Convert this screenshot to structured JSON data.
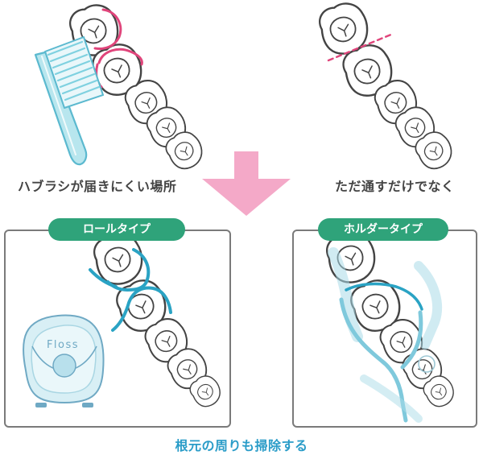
{
  "top": {
    "left_caption": "ハブラシが届きにくい場所",
    "right_caption": "ただ通すだけでなく"
  },
  "panels": {
    "roll": {
      "label": "ロールタイプ",
      "floss_label": "Floss"
    },
    "holder": {
      "label": "ホルダータイプ"
    }
  },
  "bottom_caption": "根元の周りも掃除する",
  "colors": {
    "highlight_pink": "#e0457b",
    "arrow_pink": "#f4a9c8",
    "teal_floss": "#2aa3c4",
    "label_green": "#2fa37a",
    "toothbrush_blue": "#7fd1e0",
    "bottom_text_blue": "#2a9cc8"
  }
}
